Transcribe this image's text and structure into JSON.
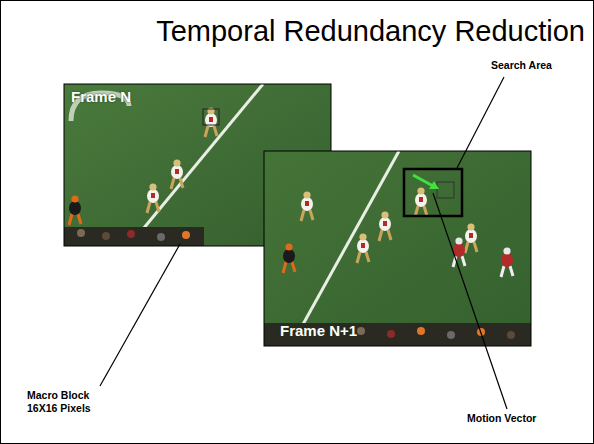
{
  "diagram": {
    "title": "Temporal Redundancy Reduction",
    "nodes": [
      {
        "text": [
          "Frame N"
        ]
      },
      {
        "text": [
          "Frame N+1"
        ]
      }
    ],
    "labels": [
      "Search Area",
      "Macro Block 16X16 Pixels",
      "Motion Vector"
    ]
  }
}
